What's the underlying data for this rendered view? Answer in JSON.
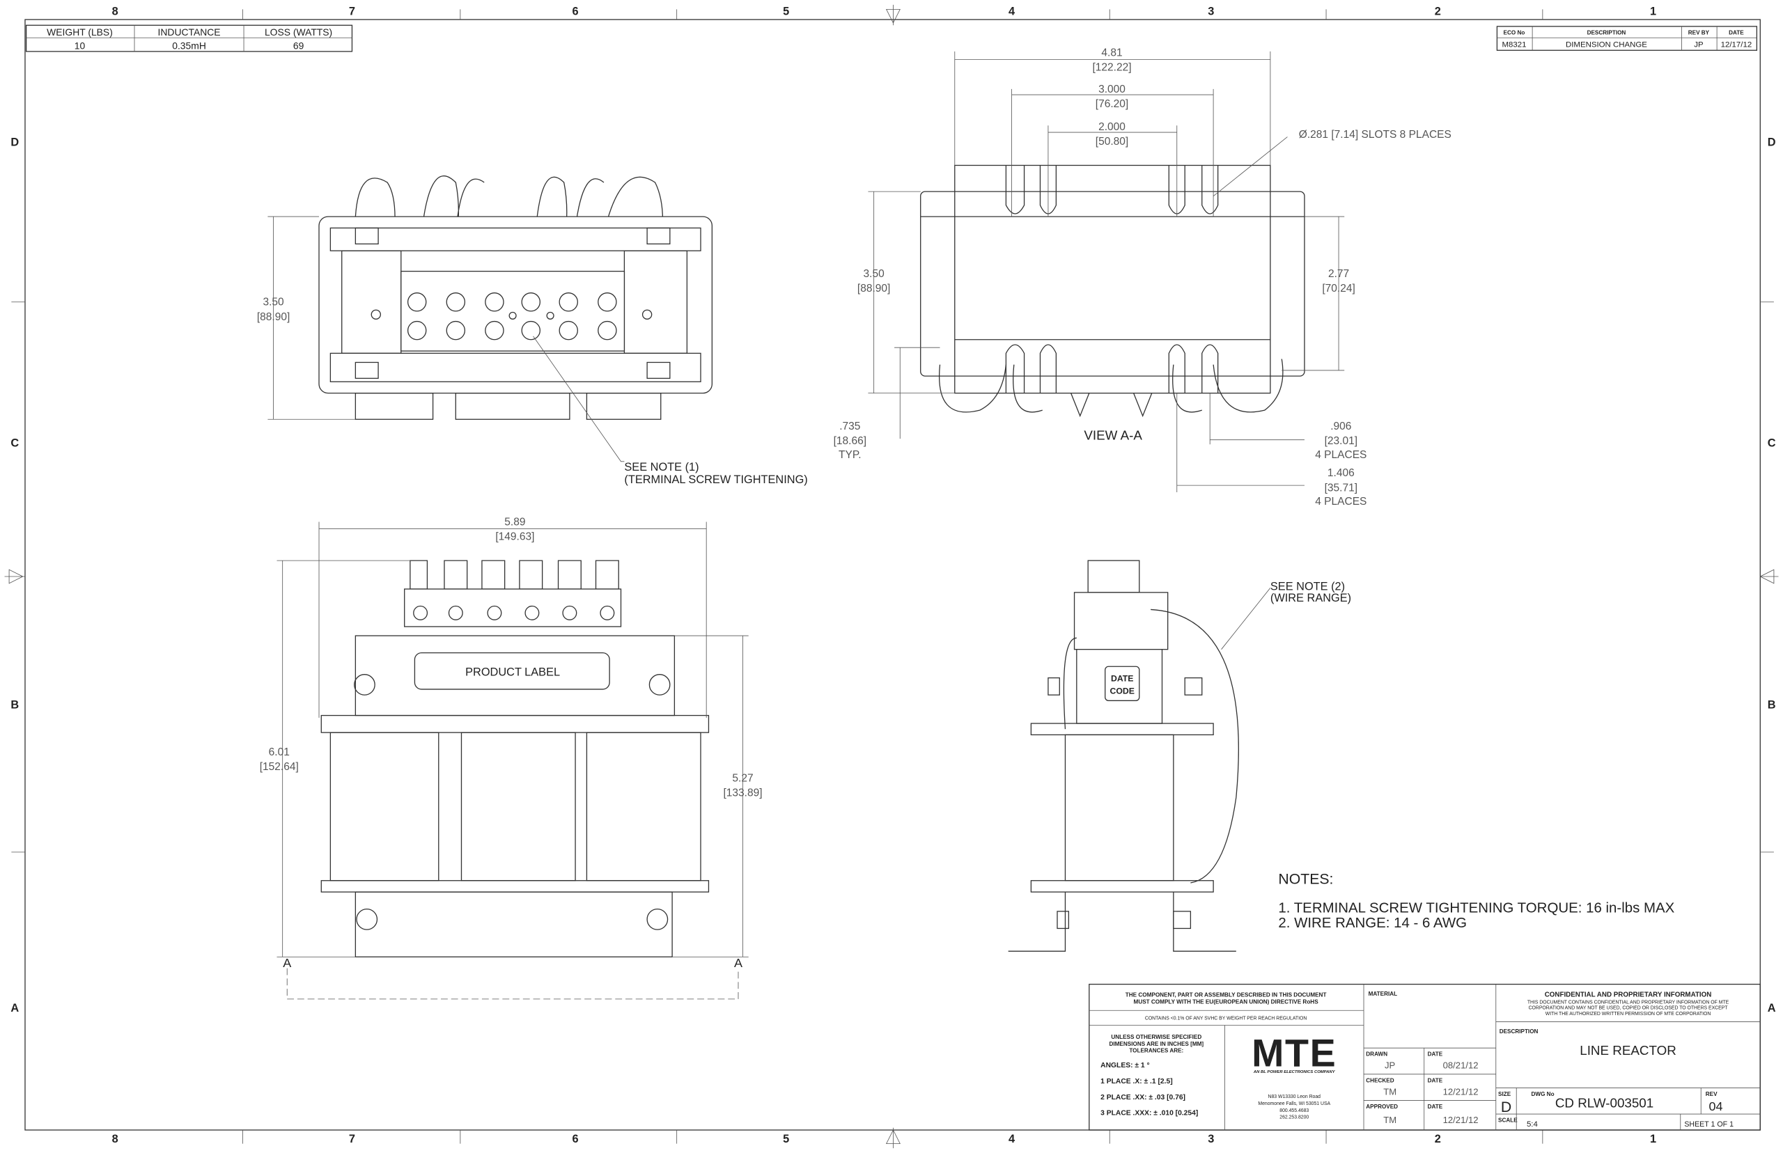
{
  "zones": {
    "columns": [
      "8",
      "7",
      "6",
      "5",
      "4",
      "3",
      "2",
      "1"
    ],
    "rows": [
      "D",
      "C",
      "B",
      "A"
    ]
  },
  "specs_table": {
    "headers": [
      "WEIGHT (LBS)",
      "INDUCTANCE",
      "LOSS (WATTS)"
    ],
    "values": [
      "10",
      "0.35mH",
      "69"
    ]
  },
  "revision_table": {
    "headers": [
      "ECO No",
      "DESCRIPTION",
      "REV BY",
      "DATE"
    ],
    "row": [
      "M8321",
      "DIMENSION CHANGE",
      "JP",
      "12/17/12"
    ]
  },
  "front_view": {
    "height_in": "3.50",
    "height_mm": "[88.90]",
    "note_ref": "SEE NOTE (1)",
    "note_desc": "(TERMINAL SCREW TIGHTENING)"
  },
  "section_view": {
    "title": "VIEW A-A",
    "width_in": "4.81",
    "width_mm": "[122.22]",
    "slot_outer_in": "3.000",
    "slot_outer_mm": "[76.20]",
    "slot_inner_in": "2.000",
    "slot_inner_mm": "[50.80]",
    "slot_note": "Ø.281 [7.14] SLOTS 8 PLACES",
    "height_in": "3.50",
    "height_mm": "[88.90]",
    "inner_height_in": "2.77",
    "inner_height_mm": "[70.24]",
    "foot_in": ".735",
    "foot_mm": "[18.66]",
    "foot_note": "TYP.",
    "slot_a_in": ".906",
    "slot_a_mm": "[23.01]",
    "slot_a_note": "4 PLACES",
    "slot_b_in": "1.406",
    "slot_b_mm": "[35.71]",
    "slot_b_note": "4 PLACES"
  },
  "top_view": {
    "width_in": "5.89",
    "width_mm": "[149.63]",
    "height_in": "6.01",
    "height_mm": "[152.64]",
    "inner_height_in": "5.27",
    "inner_height_mm": "[133.89]",
    "product_label": "PRODUCT LABEL",
    "section_marker": "A"
  },
  "side_view": {
    "date_code_1": "DATE",
    "date_code_2": "CODE",
    "note_ref": "SEE NOTE (2)",
    "note_desc": "(WIRE RANGE)"
  },
  "notes": {
    "title": "NOTES:",
    "items": [
      "1.  TERMINAL SCREW TIGHTENING TORQUE: 16 in-lbs MAX",
      "2.  WIRE RANGE: 14 - 6 AWG"
    ]
  },
  "title_block": {
    "rohs_1": "THE COMPONENT, PART OR ASSEMBLY DESCRIBED IN THIS DOCUMENT",
    "rohs_2": "MUST COMPLY WITH THE EU(EUROPEAN UNION) DIRECTIVE RoHS",
    "reach": "CONTAINS <0.1% OF ANY SVHC BY WEIGHT PER REACH REGULATION",
    "tol_1": "UNLESS OTHERWISE SPECIFIED",
    "tol_2": "DIMENSIONS ARE IN INCHES [MM]",
    "tol_3": "TOLERANCES ARE:",
    "angles": "ANGLES: ± 1 °",
    "place_1": "1 PLACE .X: ± .1 [2.5]",
    "place_2": "2 PLACE .XX: ± .03 [0.76]",
    "place_3": "3 PLACE .XXX: ± .010 [0.254]",
    "logo": "MTE",
    "logo_tagline": "AN BL POWER ELECTRONICS COMPANY",
    "address": [
      "N83 W13330 Leon Road",
      "Menomonee Falls, WI 53051 USA",
      "800.455.4683",
      "262.253.8200"
    ],
    "material_label": "MATERIAL",
    "drawn_label": "DRAWN",
    "drawn_by": "JP",
    "drawn_date": "08/21/12",
    "checked_label": "CHECKED",
    "checked_by": "TM",
    "checked_date": "12/21/12",
    "approved_label": "APPROVED",
    "approved_by": "TM",
    "approved_date": "12/21/12",
    "date_label": "DATE",
    "confidential_title": "CONFIDENTIAL AND PROPRIETARY INFORMATION",
    "confidential_1": "THIS DOCUMENT CONTAINS CONFIDENTIAL AND PROPRIETARY INFORMATION OF MTE",
    "confidential_2": "CORPORATION AND MAY NOT BE USED, COPIED OR DISCLOSED TO OTHERS EXCEPT",
    "confidential_3": "WITH THE AUTHORIZED WRITTEN PERMISSION OF MTE CORPORATION",
    "description_label": "DESCRIPTION",
    "description": "LINE REACTOR",
    "size_label": "SIZE",
    "size": "D",
    "dwg_label": "DWG No",
    "dwg_no": "CD RLW-003501",
    "rev_label": "REV",
    "rev": "04",
    "scale_label": "SCALE",
    "scale": "5:4",
    "sheet": "SHEET 1  OF 1"
  }
}
